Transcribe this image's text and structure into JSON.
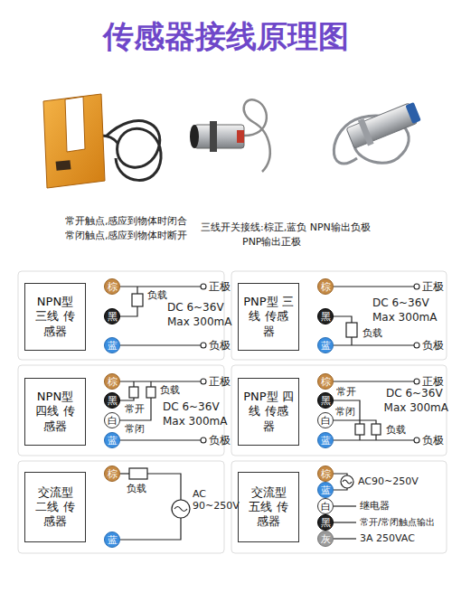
{
  "diagram": {
    "title": "传感器接线原理图",
    "nodes": [
      {
        "text": [
          "NPN型 三线 传感器"
        ]
      },
      {
        "text": [
          "棕"
        ]
      },
      {
        "text": [
          "黑"
        ]
      },
      {
        "text": [
          "蓝"
        ]
      },
      {
        "text": [
          "PNP型 三线 传感器"
        ]
      },
      {
        "text": [
          "棕"
        ]
      },
      {
        "text": [
          "黑"
        ]
      },
      {
        "text": [
          "蓝"
        ]
      },
      {
        "text": [
          "NPN型 四线 传感器"
        ]
      },
      {
        "text": [
          "棕"
        ]
      },
      {
        "text": [
          "黑"
        ]
      },
      {
        "text": [
          "白"
        ]
      },
      {
        "text": [
          "蓝"
        ]
      },
      {
        "text": [
          "PNP型 四线 传感器"
        ]
      },
      {
        "text": [
          "棕"
        ]
      },
      {
        "text": [
          "黑"
        ]
      },
      {
        "text": [
          "白"
        ]
      },
      {
        "text": [
          "蓝"
        ]
      },
      {
        "text": [
          "交流型 二线 传感器"
        ]
      },
      {
        "text": [
          "棕"
        ]
      },
      {
        "text": [
          "蓝"
        ]
      },
      {
        "text": [
          "交流型 五线 传感器"
        ]
      },
      {
        "text": [
          "棕"
        ]
      },
      {
        "text": [
          "蓝"
        ]
      },
      {
        "text": [
          "白"
        ]
      },
      {
        "text": [
          "黑"
        ]
      },
      {
        "text": [
          "灰"
        ]
      }
    ],
    "labels": [
      "常开触点,感应到物体时闭合",
      "常闭触点,感应到物体时断开",
      "三线开关接线:棕正,蓝负 NPN输出负极",
      "PNP输出正极",
      "负载",
      "正极",
      "DC 6~36V",
      "Max 300mA",
      "负极",
      "正极",
      "DC 6~36V",
      "Max 300mA",
      "负载",
      "负极",
      "正极",
      "负载",
      "DC 6~36V",
      "Max 300mA",
      "常开",
      "常闭",
      "负极",
      "正极",
      "常开",
      "DC 6~36V",
      "Max 300mA",
      "常闭",
      "负载",
      "负极",
      "负载",
      "AC 90~250V",
      "AC90~250V",
      "继电器",
      "常开/常闭触点输出",
      "3A 250VAC"
    ]
  }
}
